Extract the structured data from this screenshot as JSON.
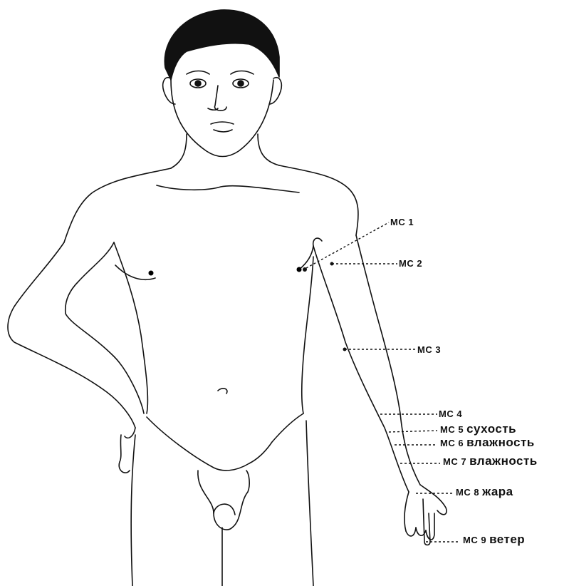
{
  "points": [
    {
      "id": "MC 1",
      "label": "МС 1",
      "element": ""
    },
    {
      "id": "MC 2",
      "label": "МС 2",
      "element": ""
    },
    {
      "id": "MC 3",
      "label": "МС 3",
      "element": ""
    },
    {
      "id": "MC 4",
      "label": "МС 4",
      "element": ""
    },
    {
      "id": "MC 5",
      "label": "МС 5",
      "element": "сухость"
    },
    {
      "id": "MC 6",
      "label": "МС 6",
      "element": "влажность"
    },
    {
      "id": "MC 7",
      "label": "МС 7",
      "element": "влажность"
    },
    {
      "id": "MC 8",
      "label": "МС 8",
      "element": "жара"
    },
    {
      "id": "MC 9",
      "label": "МС 9",
      "element": "ветер"
    }
  ]
}
